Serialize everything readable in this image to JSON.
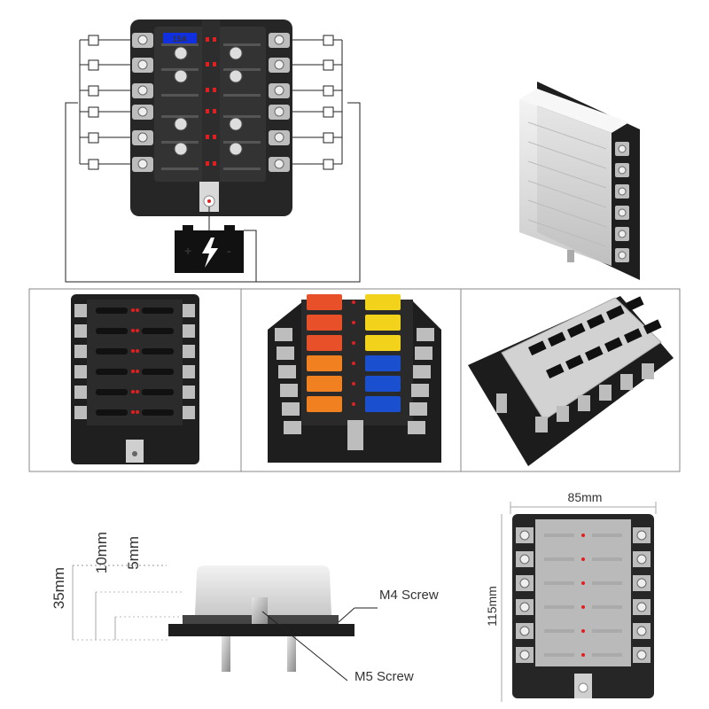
{
  "wiring": {
    "fuse_label": "15A",
    "battery_plus": "+",
    "battery_minus": "-"
  },
  "dimensions": {
    "width": "85mm",
    "length": "115mm",
    "height_total": "35mm",
    "height_base": "10mm",
    "height_stud": "5mm",
    "screw_m4": "M4 Screw",
    "screw_m5": "M5 Screw"
  },
  "colors": {
    "housing": "#262626",
    "terminal": "#bdbdbd",
    "led": "#e02020",
    "fuse_label_bg": "#1030e0",
    "fuse_red": "#e8502a",
    "fuse_orange": "#f08020",
    "fuse_yellow": "#f2d21a",
    "fuse_blue": "#1a4fd0",
    "cover": "#e9e9e9"
  }
}
